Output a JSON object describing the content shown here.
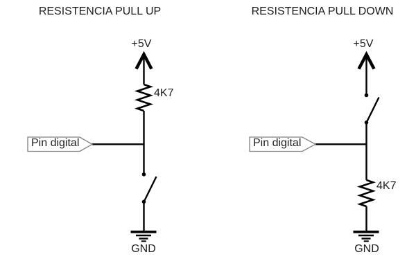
{
  "pullup": {
    "title": "RESISTENCIA PULL UP",
    "supply_label": "+5V",
    "resistor_label": "4K7",
    "pin_label": "Pin digital",
    "ground_label": "GND"
  },
  "pulldown": {
    "title": "RESISTENCIA PULL DOWN",
    "supply_label": "+5V",
    "resistor_label": "4K7",
    "pin_label": "Pin digital",
    "ground_label": "GND"
  },
  "colors": {
    "line": "#000000",
    "tag_outline": "#7f7f7f",
    "text": "#1c1c1c",
    "background": "#ffffff"
  }
}
